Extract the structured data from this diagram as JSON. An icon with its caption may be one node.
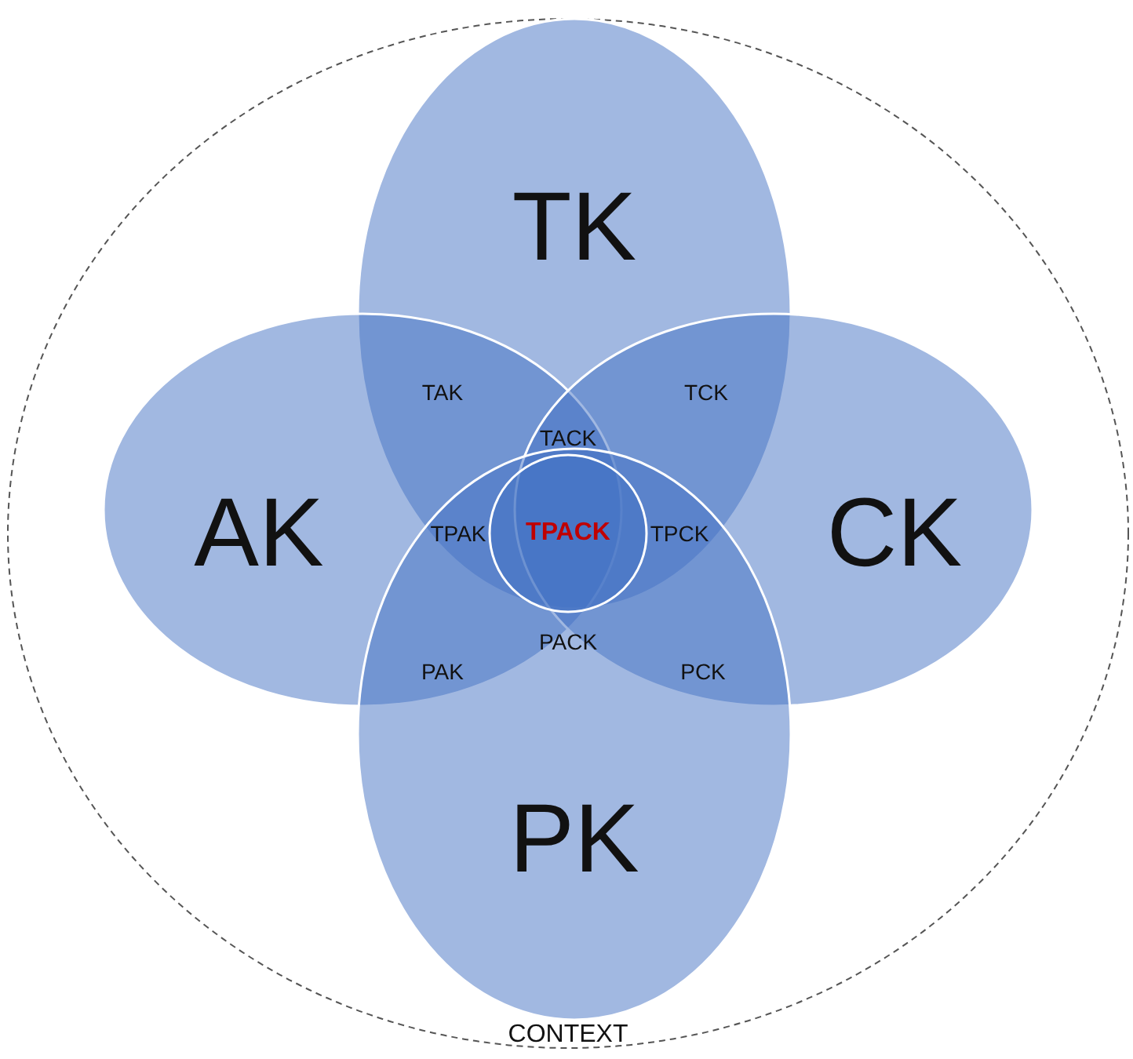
{
  "diagram": {
    "nodes": [
      {
        "text": [
          "CONTEXT"
        ]
      },
      {
        "text": [
          "TK"
        ],
        "in": 0
      },
      {
        "text": [
          "AK"
        ],
        "in": 0
      },
      {
        "text": [
          "CK"
        ],
        "in": 0
      },
      {
        "text": [
          "PK"
        ],
        "in": 0
      },
      {
        "text": [
          "TPACK"
        ]
      }
    ],
    "labels": [
      "TAK",
      "TCK",
      "TACK",
      "TPAK",
      "TPCK",
      "PAK",
      "PACK",
      "PCK"
    ]
  }
}
